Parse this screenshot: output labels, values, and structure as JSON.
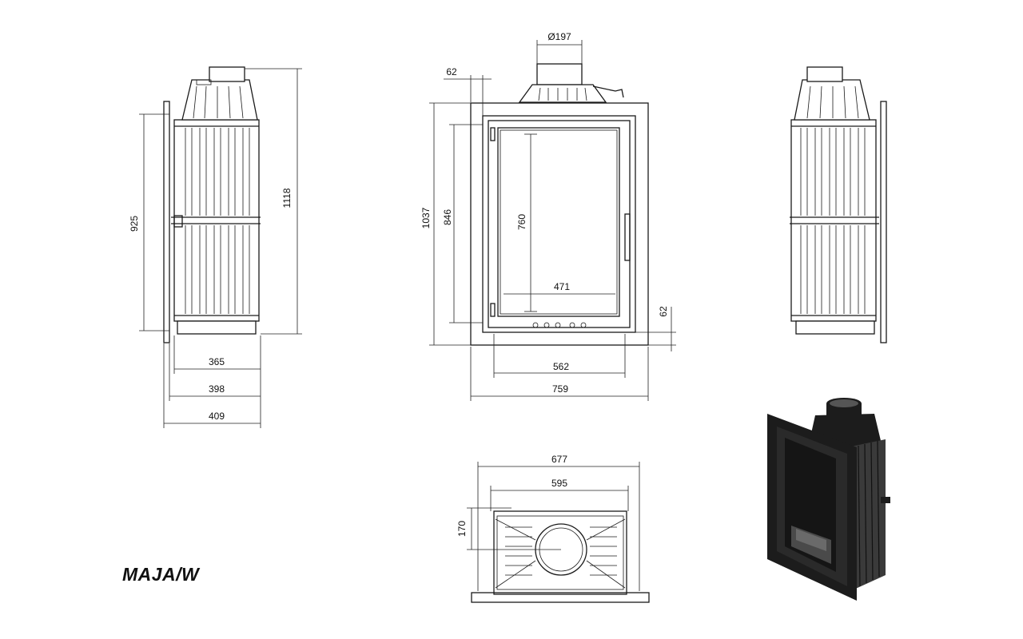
{
  "title": "MAJA/W",
  "dimensions": {
    "side_height_total": "1118",
    "side_height_door": "925",
    "side_depth_1": "365",
    "side_depth_2": "398",
    "side_depth_3": "409",
    "front_flue_diameter": "Ø197",
    "front_offset_top": "62",
    "front_offset_bottom": "62",
    "front_height_total": "1037",
    "front_height_door": "846",
    "front_glass_height": "760",
    "front_glass_width": "471",
    "front_door_width": "562",
    "front_width_total": "759",
    "top_width_total": "677",
    "top_width_inner": "595",
    "top_depth": "170"
  }
}
